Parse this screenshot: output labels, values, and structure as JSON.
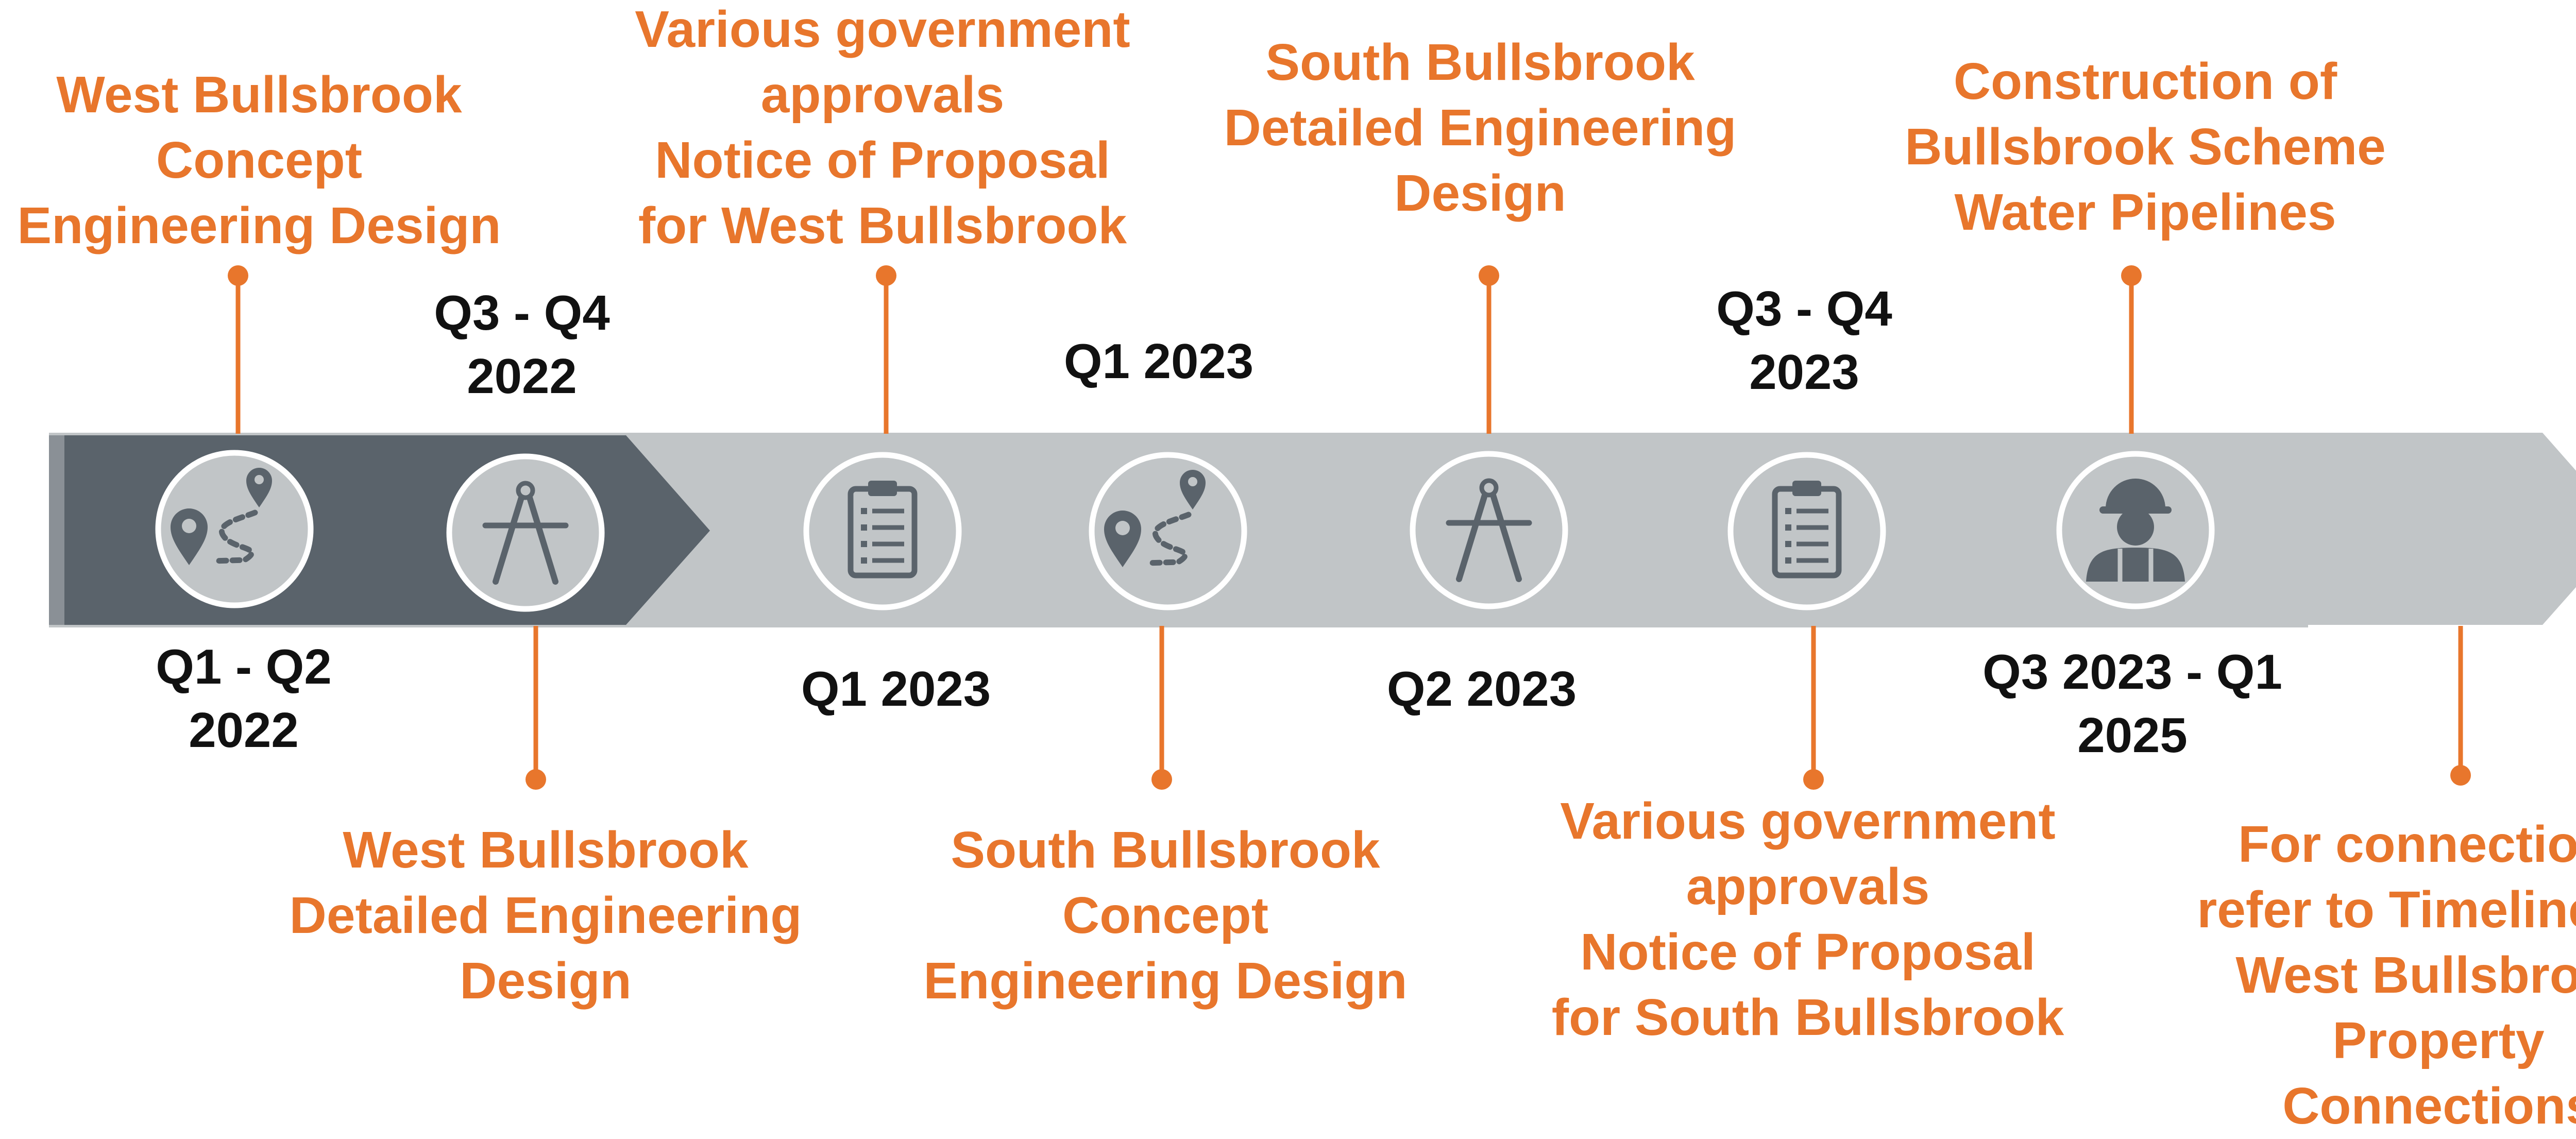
{
  "colors": {
    "accent": "#e8762c",
    "done_band": "#5a636b",
    "future_band": "#c1c5c7",
    "icon": "#5a636b",
    "date_text": "#111111"
  },
  "milestones": [
    {
      "id": "m1",
      "icon": "map-route-icon",
      "date": [
        "Q1 - Q2",
        "2022"
      ],
      "label": [
        "West Bullsbrook",
        "Concept",
        "Engineering Design"
      ]
    },
    {
      "id": "m2",
      "icon": "compass-drafting-icon",
      "date": [
        "Q3 - Q4",
        "2022"
      ],
      "label": [
        "West Bullsbrook",
        "Detailed Engineering",
        "Design"
      ]
    },
    {
      "id": "m3",
      "icon": "clipboard-checklist-icon",
      "date": [
        "Q1 2023"
      ],
      "label": [
        "Various government",
        "approvals",
        "Notice of Proposal",
        "for West Bullsbrook"
      ]
    },
    {
      "id": "m4",
      "icon": "map-route-icon",
      "date": [
        "Q1 2023"
      ],
      "label": [
        "South Bullsbrook",
        "Concept",
        "Engineering Design"
      ]
    },
    {
      "id": "m5",
      "icon": "compass-drafting-icon",
      "date": [
        "Q2 2023"
      ],
      "label": [
        "South Bullsbrook",
        "Detailed Engineering",
        "Design"
      ]
    },
    {
      "id": "m6",
      "icon": "clipboard-checklist-icon",
      "date": [
        "Q3 - Q4",
        "2023"
      ],
      "label": [
        "Various government",
        "approvals",
        "Notice of Proposal",
        "for South Bullsbrook"
      ]
    },
    {
      "id": "m7",
      "icon": "construction-worker-icon",
      "date": [
        "Q3 2023 - Q1",
        "2025"
      ],
      "label": [
        "Construction of",
        "Bullsbrook Scheme",
        "Water Pipelines"
      ]
    },
    {
      "id": "m8",
      "icon": "",
      "date": [],
      "label": [
        "For connections",
        "refer to Timeline for",
        "West Bullsbrook",
        "Property",
        "Connections"
      ]
    }
  ]
}
